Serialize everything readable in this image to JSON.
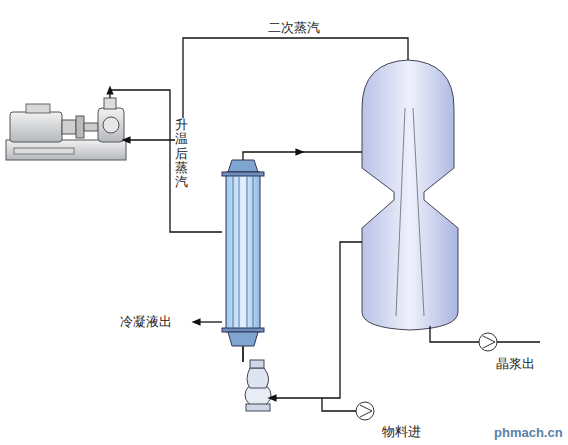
{
  "diagram": {
    "labels": [
      "二次蒸汽",
      "升温后蒸汽",
      "冷凝液出",
      "晶浆出",
      "物料进",
      "phmach.cn"
    ]
  }
}
